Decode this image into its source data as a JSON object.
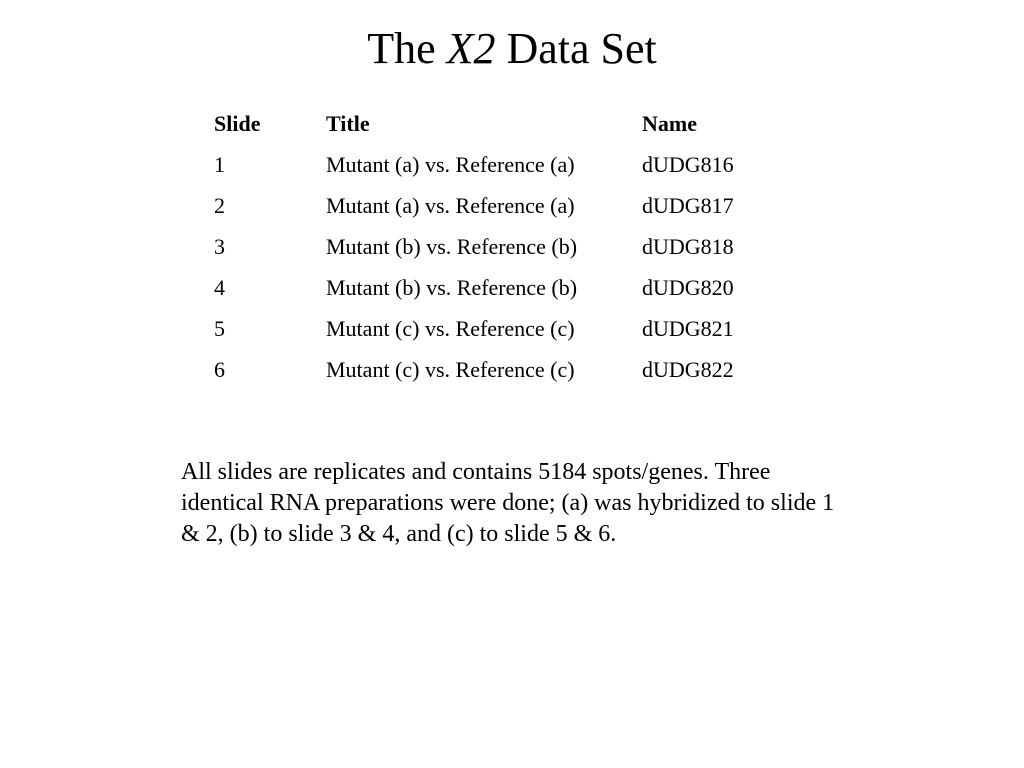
{
  "slide": {
    "title_pre": "The ",
    "title_em": "X2",
    "title_post": " Data Set"
  },
  "table": {
    "headers": [
      "Slide",
      "Title",
      "Name"
    ],
    "rows": [
      [
        "1",
        "Mutant (a) vs. Reference (a)",
        "dUDG816"
      ],
      [
        "2",
        "Mutant (a) vs. Reference (a)",
        "dUDG817"
      ],
      [
        "3",
        "Mutant (b) vs. Reference (b)",
        "dUDG818"
      ],
      [
        "4",
        "Mutant (b) vs. Reference (b)",
        "dUDG820"
      ],
      [
        "5",
        "Mutant (c) vs. Reference (c)",
        "dUDG821"
      ],
      [
        "6",
        "Mutant (c) vs. Reference (c)",
        "dUDG822"
      ]
    ]
  },
  "note": "All slides are replicates and contains 5184 spots/genes. Three identical RNA preparations were done; (a) was hybridized to slide 1 & 2, (b) to slide 3 & 4, and (c) to slide 5 & 6."
}
